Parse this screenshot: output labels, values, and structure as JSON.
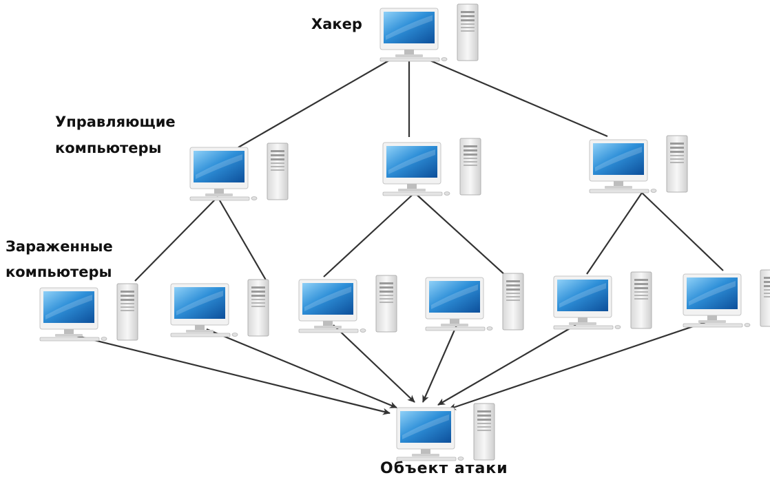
{
  "labels": {
    "hacker": "Хакер",
    "control_line1": "Управляющие",
    "control_line2": "компьютеры",
    "infected_line1": "Зараженные",
    "infected_line2": "компьютеры",
    "target": "Объект атаки"
  },
  "nodes": [
    {
      "id": "hacker",
      "role": "hacker",
      "icon": "computer-icon"
    },
    {
      "id": "control-1",
      "role": "control",
      "icon": "computer-icon"
    },
    {
      "id": "control-2",
      "role": "control",
      "icon": "computer-icon"
    },
    {
      "id": "control-3",
      "role": "control",
      "icon": "computer-icon"
    },
    {
      "id": "infected-1",
      "role": "infected",
      "icon": "computer-icon"
    },
    {
      "id": "infected-2",
      "role": "infected",
      "icon": "computer-icon"
    },
    {
      "id": "infected-3",
      "role": "infected",
      "icon": "computer-icon"
    },
    {
      "id": "infected-4",
      "role": "infected",
      "icon": "computer-icon"
    },
    {
      "id": "infected-5",
      "role": "infected",
      "icon": "computer-icon"
    },
    {
      "id": "infected-6",
      "role": "infected",
      "icon": "computer-icon"
    },
    {
      "id": "target",
      "role": "target",
      "icon": "computer-icon"
    }
  ],
  "edges": [
    {
      "from": "hacker",
      "to": "control-1",
      "arrow": false
    },
    {
      "from": "hacker",
      "to": "control-2",
      "arrow": false
    },
    {
      "from": "hacker",
      "to": "control-3",
      "arrow": false
    },
    {
      "from": "control-1",
      "to": "infected-1",
      "arrow": false
    },
    {
      "from": "control-1",
      "to": "infected-2",
      "arrow": false
    },
    {
      "from": "control-2",
      "to": "infected-3",
      "arrow": false
    },
    {
      "from": "control-2",
      "to": "infected-4",
      "arrow": false
    },
    {
      "from": "control-3",
      "to": "infected-5",
      "arrow": false
    },
    {
      "from": "control-3",
      "to": "infected-6",
      "arrow": false
    },
    {
      "from": "infected-1",
      "to": "target",
      "arrow": true
    },
    {
      "from": "infected-2",
      "to": "target",
      "arrow": true
    },
    {
      "from": "infected-3",
      "to": "target",
      "arrow": true
    },
    {
      "from": "infected-4",
      "to": "target",
      "arrow": true
    },
    {
      "from": "infected-5",
      "to": "target",
      "arrow": true
    },
    {
      "from": "infected-6",
      "to": "target",
      "arrow": true
    }
  ],
  "colors": {
    "screen": "#2e8fd8",
    "bezel": "#e8e8e8",
    "tower": "#eeeeee",
    "line": "#333333"
  }
}
